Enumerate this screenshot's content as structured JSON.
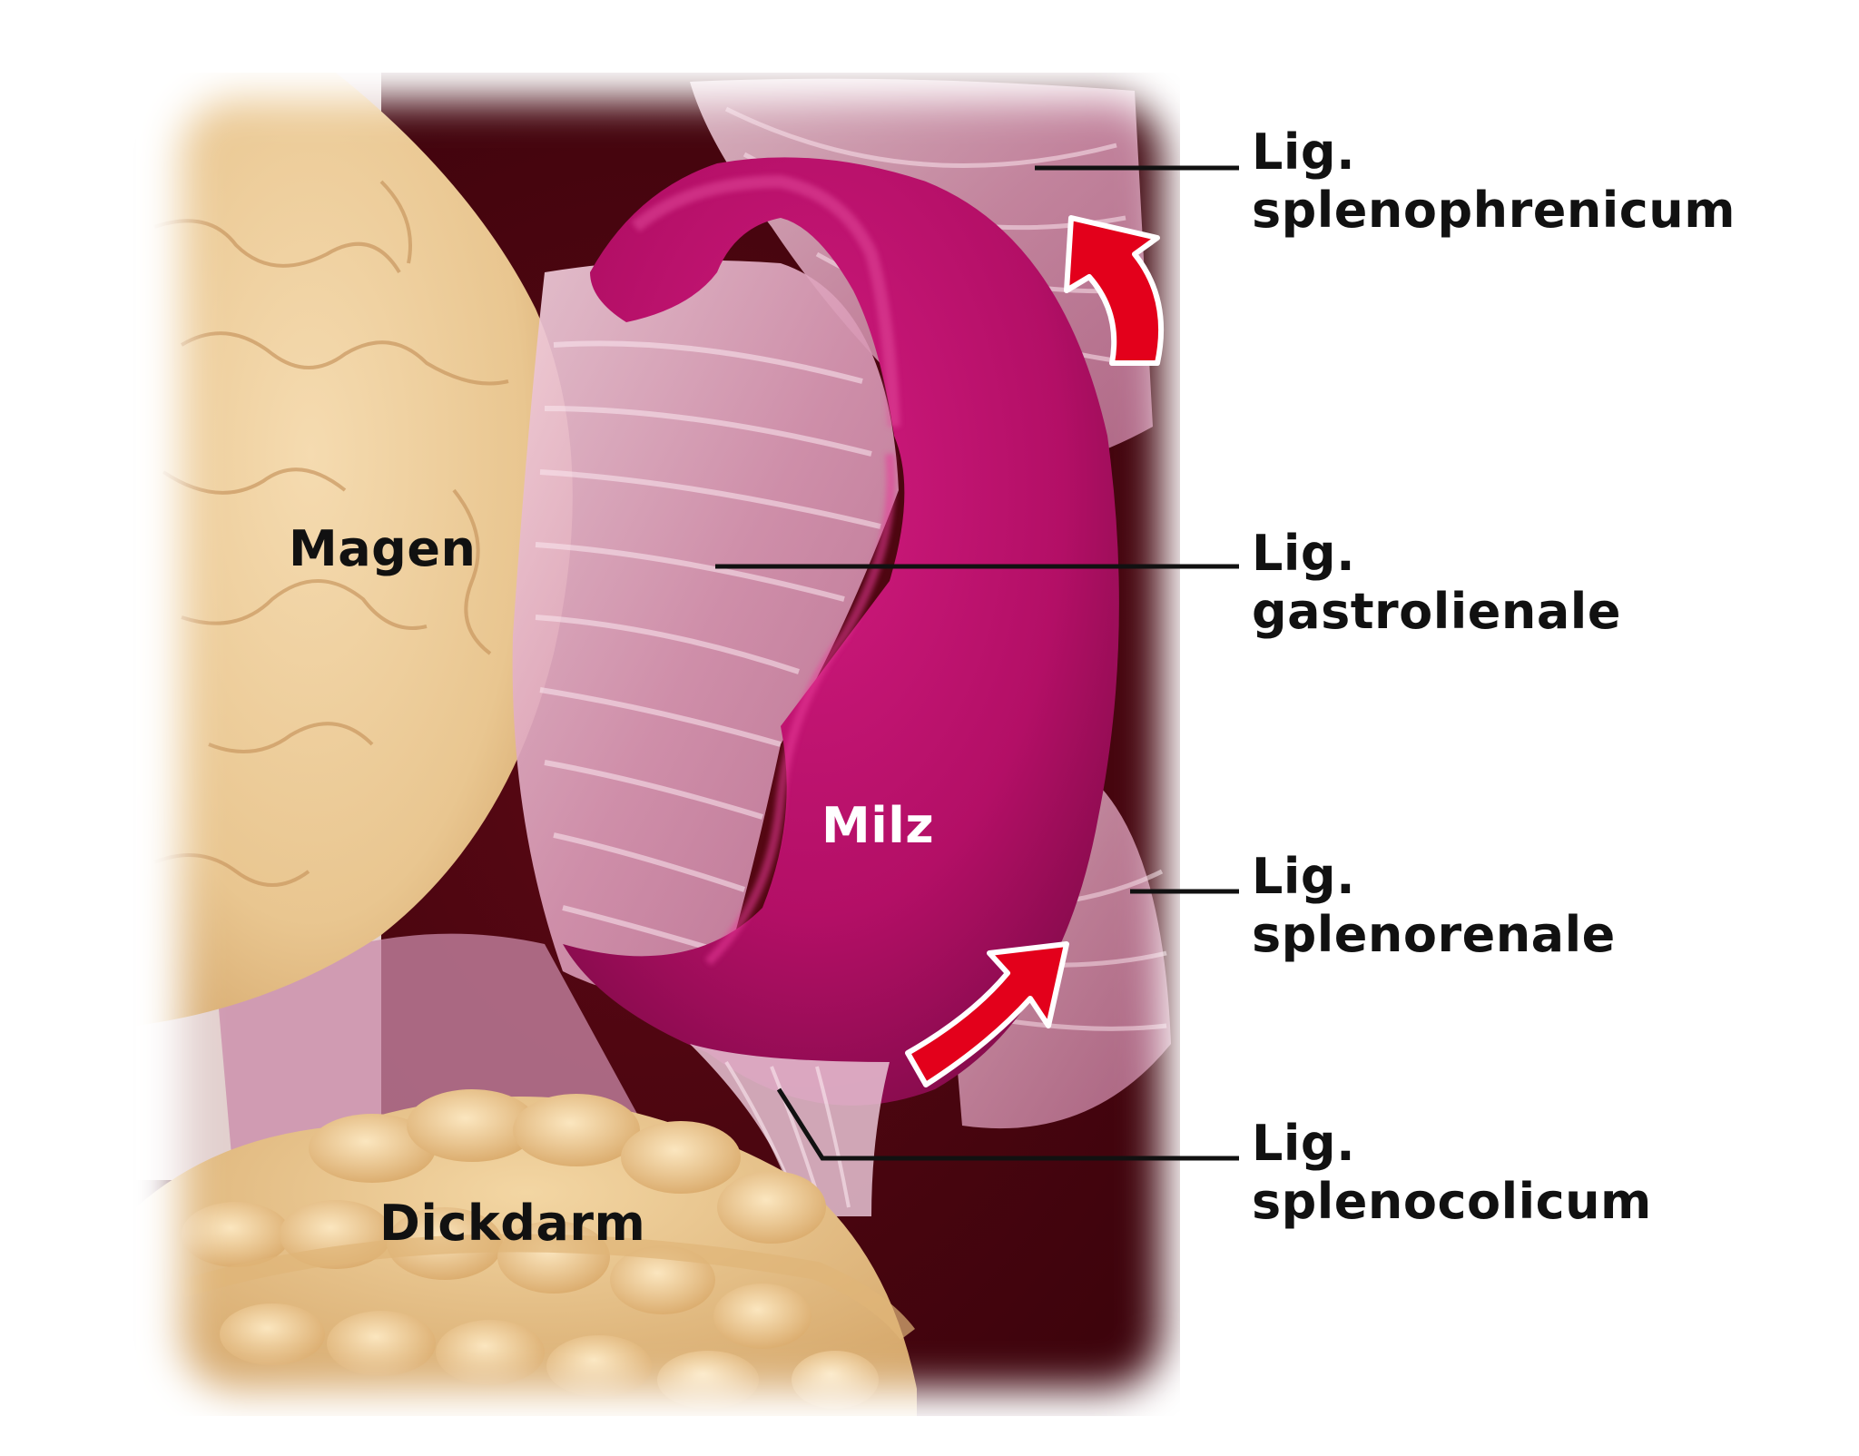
{
  "labels": {
    "magen": "Magen",
    "milz": "Milz",
    "dickdarm": "Dickdarm"
  },
  "callouts": [
    {
      "line1": "Lig.",
      "line2": "splenophrenicum"
    },
    {
      "line1": "Lig.",
      "line2": "gastrolienale"
    },
    {
      "line1": "Lig.",
      "line2": "splenorenale"
    },
    {
      "line1": "Lig.",
      "line2": "splenocolicum"
    }
  ],
  "colors": {
    "background": "#4a0510",
    "stomach": "#eccb97",
    "spleen": "#b80f6a",
    "ligament": "#e8b8cc",
    "colon": "#e8c890",
    "arrow": "#e3001b",
    "leader": "#111111"
  },
  "icons": [
    "arrow-up-icon",
    "arrow-up-icon"
  ]
}
